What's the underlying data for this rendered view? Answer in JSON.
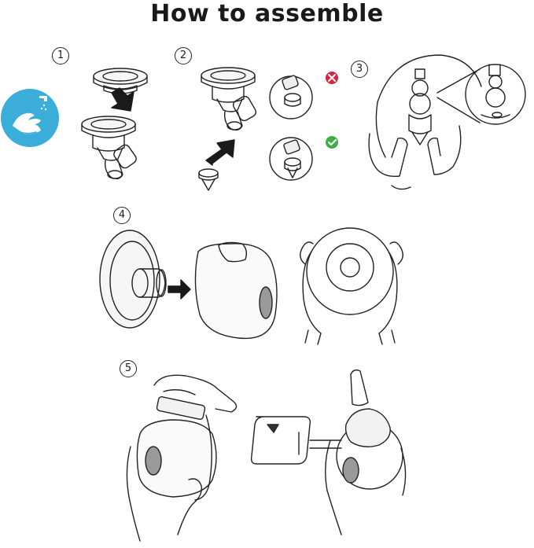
{
  "title": "How to assemble",
  "steps": [
    {
      "number": "1"
    },
    {
      "number": "2"
    },
    {
      "number": "3"
    },
    {
      "number": "4"
    },
    {
      "number": "5"
    }
  ],
  "icons": {
    "wash_hands": {
      "name": "wash-hands-icon",
      "color": "#3aaed8"
    },
    "incorrect": {
      "name": "cross-icon",
      "color": "#d7263d"
    },
    "correct": {
      "name": "check-icon",
      "color": "#3fae49"
    }
  },
  "colors": {
    "line": "#222222",
    "fill": "#f2f2f2",
    "arrow": "#1a1a1a"
  }
}
